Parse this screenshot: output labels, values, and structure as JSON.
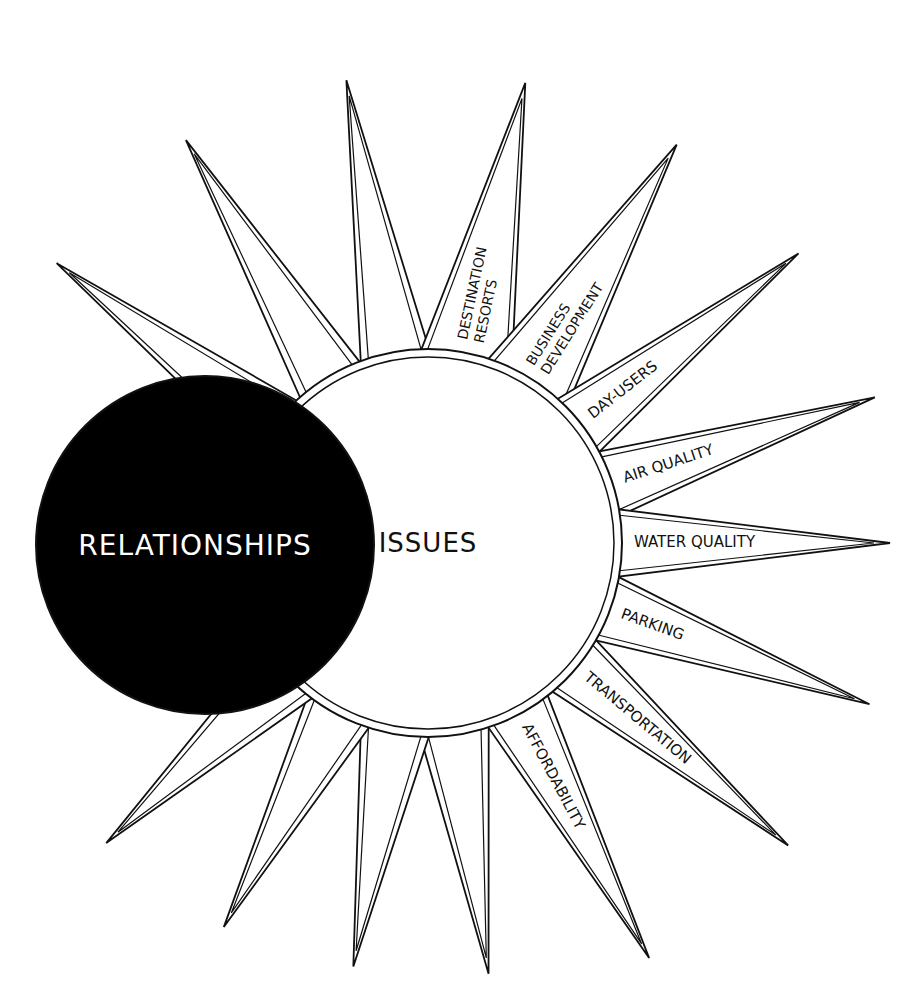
{
  "diagram": {
    "nodes": [
      {
        "text": [
          "RELATIONSHIPS"
        ]
      },
      {
        "text": [
          "ISSUES"
        ]
      },
      {
        "text": [
          "DESTINATION RESORTS"
        ]
      },
      {
        "text": [
          "BUSINESS DEVELOPMENT"
        ]
      },
      {
        "text": [
          "DAY-USERS"
        ]
      },
      {
        "text": [
          "AIR QUALITY"
        ]
      },
      {
        "text": [
          "WATER QUALITY"
        ]
      },
      {
        "text": [
          "PARKING"
        ]
      },
      {
        "text": [
          "TRANSPORTATION"
        ]
      },
      {
        "text": [
          "AFFORDABILITY"
        ]
      }
    ]
  }
}
